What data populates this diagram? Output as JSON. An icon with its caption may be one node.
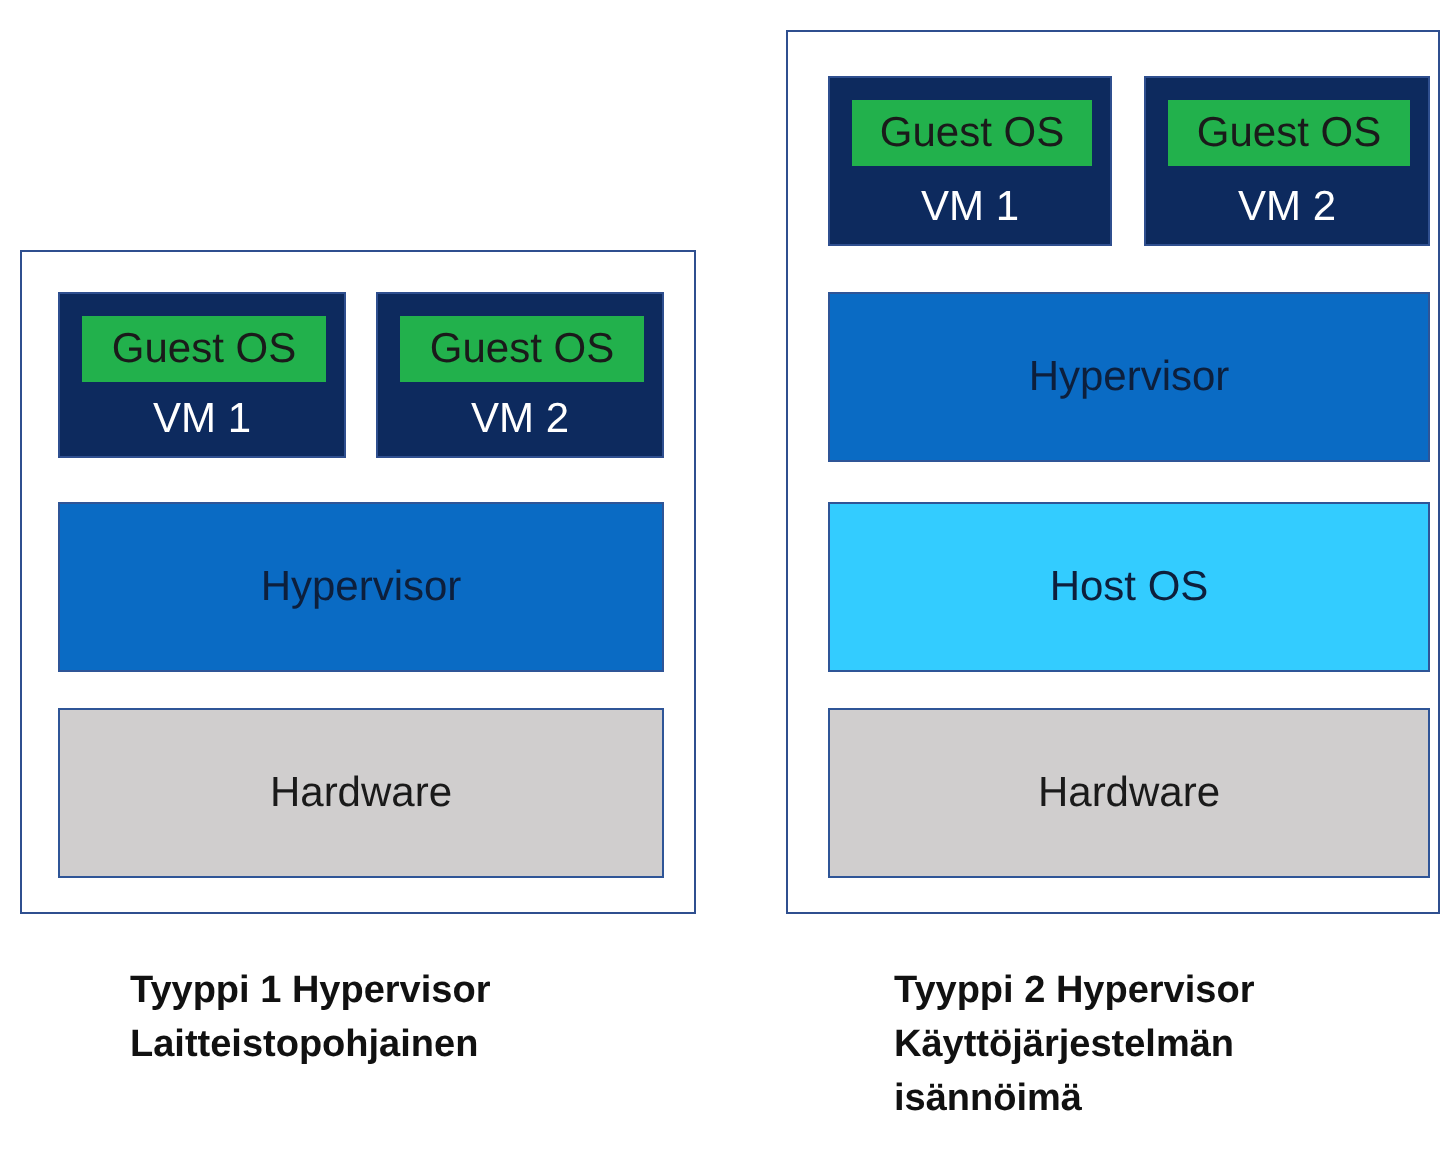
{
  "diagram": {
    "nodes": [
      {
        "text": [],
        "shape": "box",
        "beside": [
          "Tyyppi 1 Hypervisor Laitteistopohjainen"
        ]
      },
      {
        "text": [
          "VM 1"
        ],
        "in": 0
      },
      {
        "text": [
          "Guest OS"
        ],
        "in": 1
      },
      {
        "text": [
          "VM 2"
        ],
        "in": 0
      },
      {
        "text": [
          "Guest OS"
        ],
        "in": 3
      },
      {
        "text": [
          "Hypervisor"
        ],
        "in": 0
      },
      {
        "text": [
          "Hardware"
        ],
        "in": 0
      },
      {
        "text": [],
        "shape": "box",
        "beside": [
          "Tyyppi 2 Hypervisor Käyttöjärjestelmän isännöimä"
        ]
      },
      {
        "text": [
          "VM 1"
        ],
        "in": 7
      },
      {
        "text": [
          "Guest OS"
        ],
        "in": 8
      },
      {
        "text": [
          "VM 2"
        ],
        "in": 7
      },
      {
        "text": [
          "Guest OS"
        ],
        "in": 10
      },
      {
        "text": [
          "Hypervisor"
        ],
        "in": 7
      },
      {
        "text": [
          "Host OS"
        ],
        "in": 7
      },
      {
        "text": [
          "Hardware"
        ],
        "in": 7
      }
    ]
  }
}
